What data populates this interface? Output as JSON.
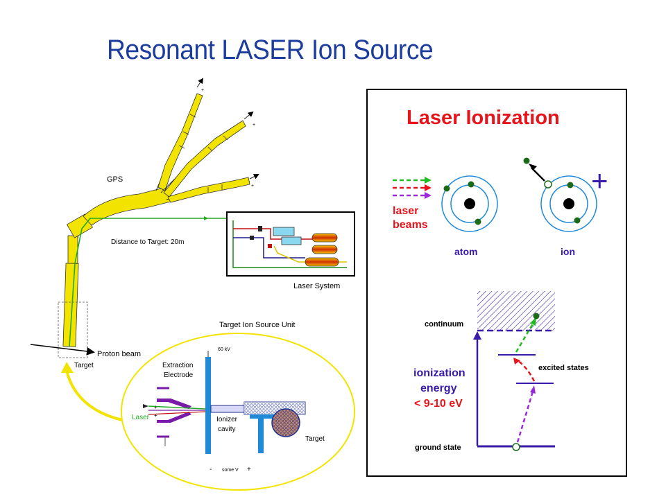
{
  "slide": {
    "title": "Resonant LASER Ion Source"
  },
  "facility": {
    "gps_label": "GPS",
    "distance_label": "Distance to Target: 20m",
    "laser_system_label": "Laser System",
    "proton_beam_label": "Proton beam",
    "target_label": "Target",
    "unit_title": "Target Ion Source Unit"
  },
  "source_unit": {
    "voltage_top": "60 kV",
    "extraction_label_1": "Extraction",
    "extraction_label_2": "Electrode",
    "laser_label": "Laser",
    "ionizer_label_1": "Ionizer",
    "ionizer_label_2": "cavity",
    "target_label": "Target",
    "minus_sign": "-",
    "some_v_label": "some V",
    "plus_sign": "+"
  },
  "ionization": {
    "title": "Laser Ionization",
    "laser_beams_label_1": "laser",
    "laser_beams_label_2": "beams",
    "atom_label": "atom",
    "ion_label": "ion",
    "ion_charge": "+",
    "continuum_label": "continuum",
    "excited_label": "excited states",
    "energy_label_1": "ionization",
    "energy_label_2": "energy",
    "energy_label_3": "< 9-10 eV",
    "ground_label": "ground state"
  },
  "colors": {
    "title_blue": "#1c3c9e",
    "laser_red": "#e8141c",
    "beam_green": "#22bb22",
    "beam_purple": "#9a2ad8",
    "level_blue": "#3a1aa8",
    "accent_yellow": "#f2e400"
  }
}
